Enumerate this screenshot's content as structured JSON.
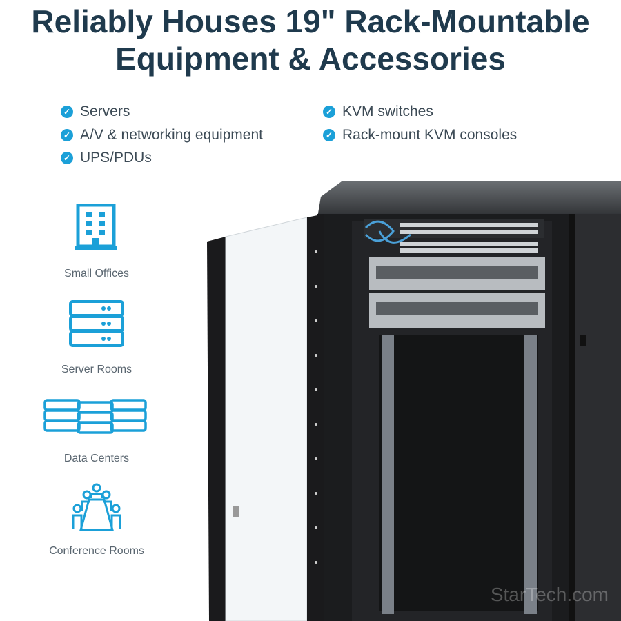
{
  "title_line1": "Reliably Houses 19\" Rack-Mountable",
  "title_line2": "Equipment & Accessories",
  "bullets_left": [
    "Servers",
    "A/V & networking equipment",
    "UPS/PDUs"
  ],
  "bullets_right": [
    "KVM switches",
    "Rack-mount KVM consoles"
  ],
  "check_icon": "check-circle-icon",
  "use_cases": [
    {
      "label": "Small Offices",
      "icon": "building-icon"
    },
    {
      "label": "Server Rooms",
      "icon": "server-stack-icon"
    },
    {
      "label": "Data Centers",
      "icon": "data-center-icon"
    },
    {
      "label": "Conference Rooms",
      "icon": "conference-table-icon"
    }
  ],
  "watermark": "StarTech.com",
  "colors": {
    "title": "#1f3a4d",
    "accent": "#1ba0d8"
  }
}
